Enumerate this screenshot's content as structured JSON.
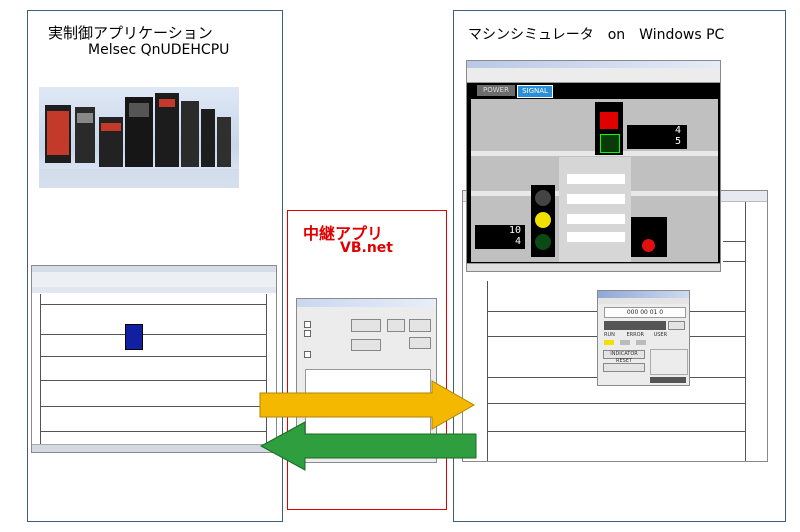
{
  "left_panel": {
    "title": "実制御アプリケーション",
    "subtitle": "Melsec QnUDEHCPU"
  },
  "middle_panel": {
    "title": "中継アプリ",
    "subtitle": "VB.net"
  },
  "right_panel": {
    "title": "マシンシミュレータ　on　Windows PC"
  },
  "sim_window": {
    "tab_power": "POWER",
    "tab_signal": "SIGNAL",
    "counter_top_value_1": "4",
    "counter_top_value_2": "5",
    "counter_bottom_value_1": "10",
    "counter_bottom_value_2": "4"
  },
  "dialog": {
    "field_value": "000 00 01 0",
    "reset_button": "INDICATOR RESET",
    "labels_row": [
      "RUN",
      "ERROR",
      "USER"
    ]
  },
  "colors": {
    "panel_border": "#3f5f80",
    "middle_border": "#e00000",
    "arrow_right": "#f5b800",
    "arrow_left": "#2e9e3e",
    "sim_bg": "#c0c0c0"
  }
}
